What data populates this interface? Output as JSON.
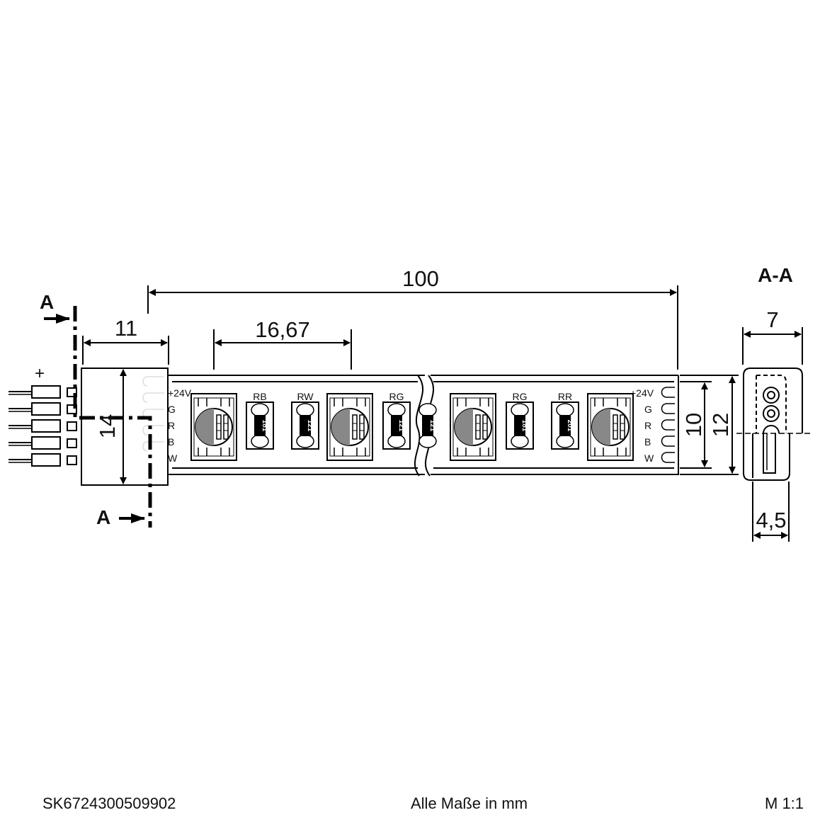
{
  "dimensions": {
    "length_total": "100",
    "led_pitch": "16,67",
    "connector_length": "11",
    "connector_height": "14",
    "strip_inner_width": "10",
    "strip_outer_width": "12",
    "section_width": "7",
    "section_height": "4,5"
  },
  "section": {
    "marker": "A",
    "title": "A-A"
  },
  "connector": {
    "polarity": "+"
  },
  "pad_labels": {
    "v24": "+24V",
    "g": "G",
    "r": "R",
    "b": "B",
    "w": "W"
  },
  "resistor_labels": {
    "r1": "RB",
    "r2": "RW",
    "r3": "RG",
    "r4": "RG",
    "r5": "RR"
  },
  "resistor_codes": {
    "r1": "181",
    "r2": "121",
    "r3": "121",
    "r3b": "121",
    "r4": "181",
    "r5": "201"
  },
  "footer": {
    "article_number": "SK6724300509902",
    "units_note": "Alle Maße in mm",
    "scale": "M 1:1"
  }
}
